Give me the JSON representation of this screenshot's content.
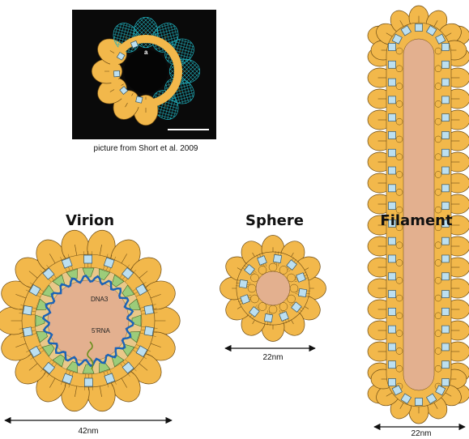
{
  "caption": "picture from Short et al. 2009",
  "micrograph_marker": "a",
  "panels": {
    "virion": {
      "title": "Virion",
      "scale": "42nm",
      "genome_labels": [
        "DNA3",
        "5'RNA"
      ]
    },
    "sphere": {
      "title": "Sphere",
      "scale": "22nm"
    },
    "filament": {
      "title": "Filament",
      "scale": "22nm"
    }
  },
  "colors": {
    "capsid": "#f2b84b",
    "capsid_stroke": "#6b4a12",
    "subunit": "#bcdff0",
    "core": "#e3b08f",
    "inner_protein": "#9ccc7a",
    "dna": "#1b63b8",
    "rna": "#6a8f1e",
    "micrograph_bg": "#0a0a0a",
    "micrograph_mesh": "#1fb2bf"
  }
}
